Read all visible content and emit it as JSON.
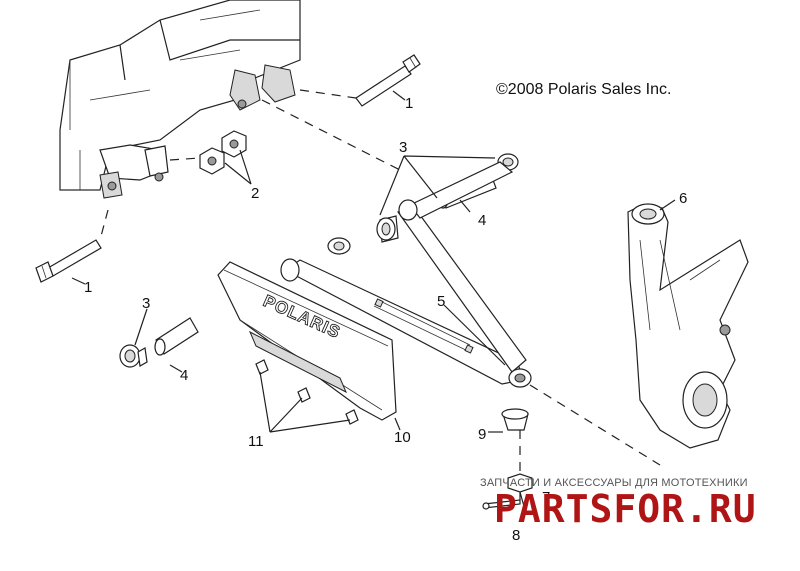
{
  "copyright": "©2008 Polaris Sales Inc.",
  "watermark": {
    "subtitle": "ЗАПЧАСТИ И АКСЕССУАРЫ ДЛЯ МОТОТЕХНИКИ",
    "brand": "PARTSFOR.RU"
  },
  "brand_decal": "POLARIS",
  "callouts": {
    "c1_top": "1",
    "c1_left": "1",
    "c2": "2",
    "c3_top": "3",
    "c3_left": "3",
    "c4_right": "4",
    "c4_left": "4",
    "c5": "5",
    "c6": "6",
    "c7": "7",
    "c8": "8",
    "c9": "9",
    "c10": "10",
    "c11": "11"
  }
}
